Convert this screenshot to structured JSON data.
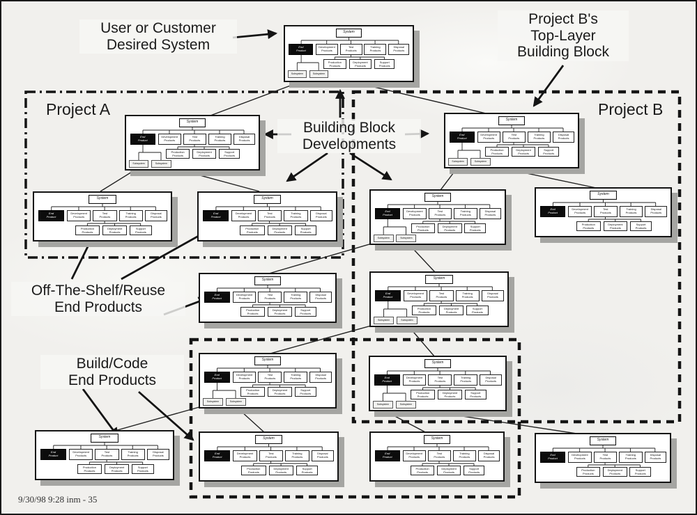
{
  "slide": {
    "footer": "9/30/98 9:28  inm - 35",
    "labels": {
      "user_system": "User or Customer\nDesired System",
      "project_b_top": "Project B's\nTop-Layer\nBuilding Block",
      "building_block_dev": "Building Block\nDevelopments",
      "project_a": "Project A",
      "project_b": "Project B",
      "off_the_shelf": "Off-The-Shelf/Reuse\nEnd Products",
      "build_code": "Build/Code\nEnd Products"
    }
  },
  "block_labels": {
    "system": "System",
    "end_product": "End\nProduct",
    "row1": [
      "Development\nProducts",
      "Test\nProducts",
      "Training\nProducts",
      "Disposal\nProducts"
    ],
    "row2": [
      "Production\nProducts",
      "Deployment\nProducts",
      "Support\nProducts"
    ],
    "subsystem": "Subsystem"
  },
  "blocks": [
    {
      "id": "top",
      "name": "user-desired-system-block",
      "region": "none",
      "has_subsystems": true
    },
    {
      "id": "pa-top",
      "name": "project-a-top-block",
      "region": "Project A",
      "has_subsystems": true
    },
    {
      "id": "pa-left",
      "name": "project-a-left-leaf-block",
      "region": "Project A",
      "has_subsystems": false
    },
    {
      "id": "pa-right",
      "name": "project-a-right-leaf-block",
      "region": "Project A",
      "has_subsystems": false
    },
    {
      "id": "pb-top",
      "name": "project-b-top-block",
      "region": "Project B",
      "has_subsystems": true
    },
    {
      "id": "pb-row2-left",
      "name": "project-b-mid-left-block",
      "region": "Project B",
      "has_subsystems": true
    },
    {
      "id": "pb-row2-right",
      "name": "project-b-mid-right-block",
      "region": "Project B",
      "has_subsystems": false
    },
    {
      "id": "row3-mid",
      "name": "off-the-shelf-block",
      "region": "none",
      "has_subsystems": false
    },
    {
      "id": "row3-right",
      "name": "project-b-row3-block",
      "region": "Project B",
      "has_subsystems": true
    },
    {
      "id": "row4-mid",
      "name": "build-code-mid-block",
      "region": "Build/Code",
      "has_subsystems": true
    },
    {
      "id": "row4-right",
      "name": "build-code-right-block",
      "region": "Build/Code",
      "has_subsystems": true
    },
    {
      "id": "bottom-1",
      "name": "bottom-leaf-block-1",
      "region": "none",
      "has_subsystems": false
    },
    {
      "id": "bottom-2",
      "name": "bottom-leaf-block-2",
      "region": "Build/Code",
      "has_subsystems": false
    },
    {
      "id": "bottom-3",
      "name": "bottom-leaf-block-3",
      "region": "Build/Code",
      "has_subsystems": false
    },
    {
      "id": "bottom-4",
      "name": "bottom-leaf-block-4",
      "region": "none",
      "has_subsystems": false
    }
  ],
  "colors": {
    "ink": "#141414",
    "shadow": "#a5a5a2",
    "background": "#f1f0ed"
  }
}
